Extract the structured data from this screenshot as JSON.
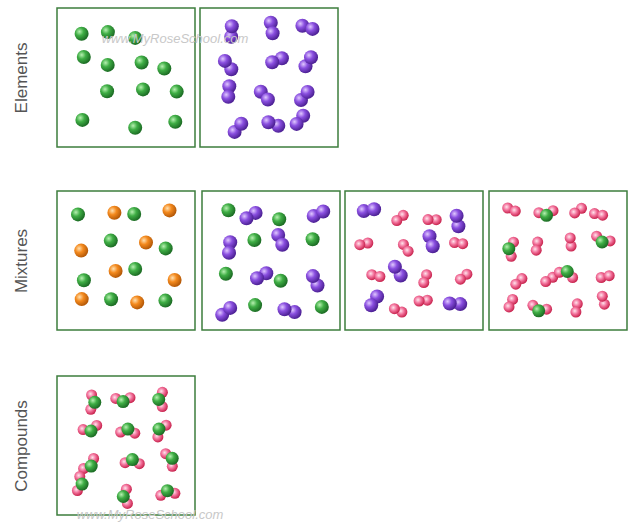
{
  "diagram": {
    "labels": [
      "Elements",
      "Mixtures",
      "Compounds",
      "www.MyRoseSchool.com",
      "www.MyRoseSchool.com"
    ]
  }
}
